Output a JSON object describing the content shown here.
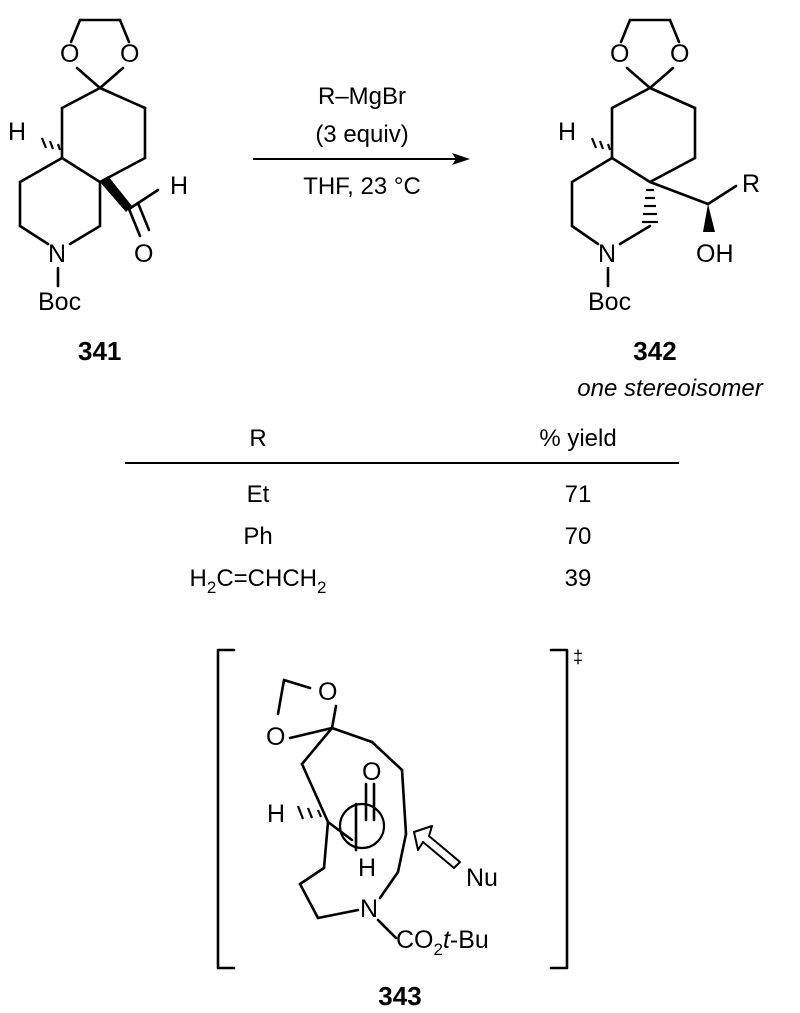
{
  "reaction": {
    "reagent": "R–MgBr",
    "equiv": "(3 equiv)",
    "conditions": "THF, 23 °C"
  },
  "compounds": {
    "start_label": "341",
    "product_label": "342",
    "product_note": "one stereoisomer",
    "ts_label": "343",
    "ts_mark": "‡"
  },
  "atoms": {
    "O": "O",
    "H": "H",
    "N": "N",
    "Boc": "Boc",
    "R": "R",
    "OH": "OH",
    "Nu": "Nu",
    "CO2tBu_main": "CO",
    "CO2tBu_sub": "2",
    "CO2tBu_t": "t",
    "CO2tBu_tail": "-Bu"
  },
  "table": {
    "headers": [
      "R",
      "% yield"
    ],
    "rows": [
      {
        "r_main": "H",
        "r_sub1": "2",
        "r_mid": "C=CHCH",
        "r_sub2": "2",
        "yield": "39"
      }
    ],
    "simple_rows": [
      {
        "r": "Et",
        "yield": "71"
      },
      {
        "r": "Ph",
        "yield": "70"
      }
    ]
  }
}
